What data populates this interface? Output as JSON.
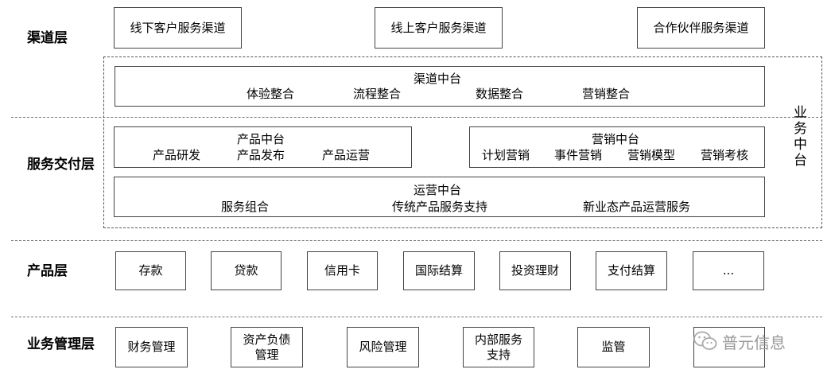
{
  "layers": {
    "channel": "渠道层",
    "service": "服务交付层",
    "product": "产品层",
    "management": "业务管理层"
  },
  "channel_boxes": [
    "线下客户服务渠道",
    "线上客户服务渠道",
    "合作伙伴服务渠道"
  ],
  "business_middle": "业务中台",
  "channel_middle": {
    "title": "渠道中台",
    "items": [
      "体验整合",
      "流程整合",
      "数据整合",
      "营销整合"
    ]
  },
  "product_middle": {
    "title": "产品中台",
    "items": [
      "产品研发",
      "产品发布",
      "产品运营"
    ]
  },
  "marketing_middle": {
    "title": "营销中台",
    "items": [
      "计划营销",
      "事件营销",
      "营销模型",
      "营销考核"
    ]
  },
  "operation_middle": {
    "title": "运营中台",
    "items": [
      "服务组合",
      "传统产品服务支持",
      "新业态产品运营服务"
    ]
  },
  "product_boxes": [
    "存款",
    "贷款",
    "信用卡",
    "国际结算",
    "投资理财",
    "支付结算",
    "..."
  ],
  "management_boxes": [
    "财务管理",
    "资产负债\n管理",
    "风险管理",
    "内部服务\n支持",
    "监管"
  ],
  "watermark": "普元信息"
}
